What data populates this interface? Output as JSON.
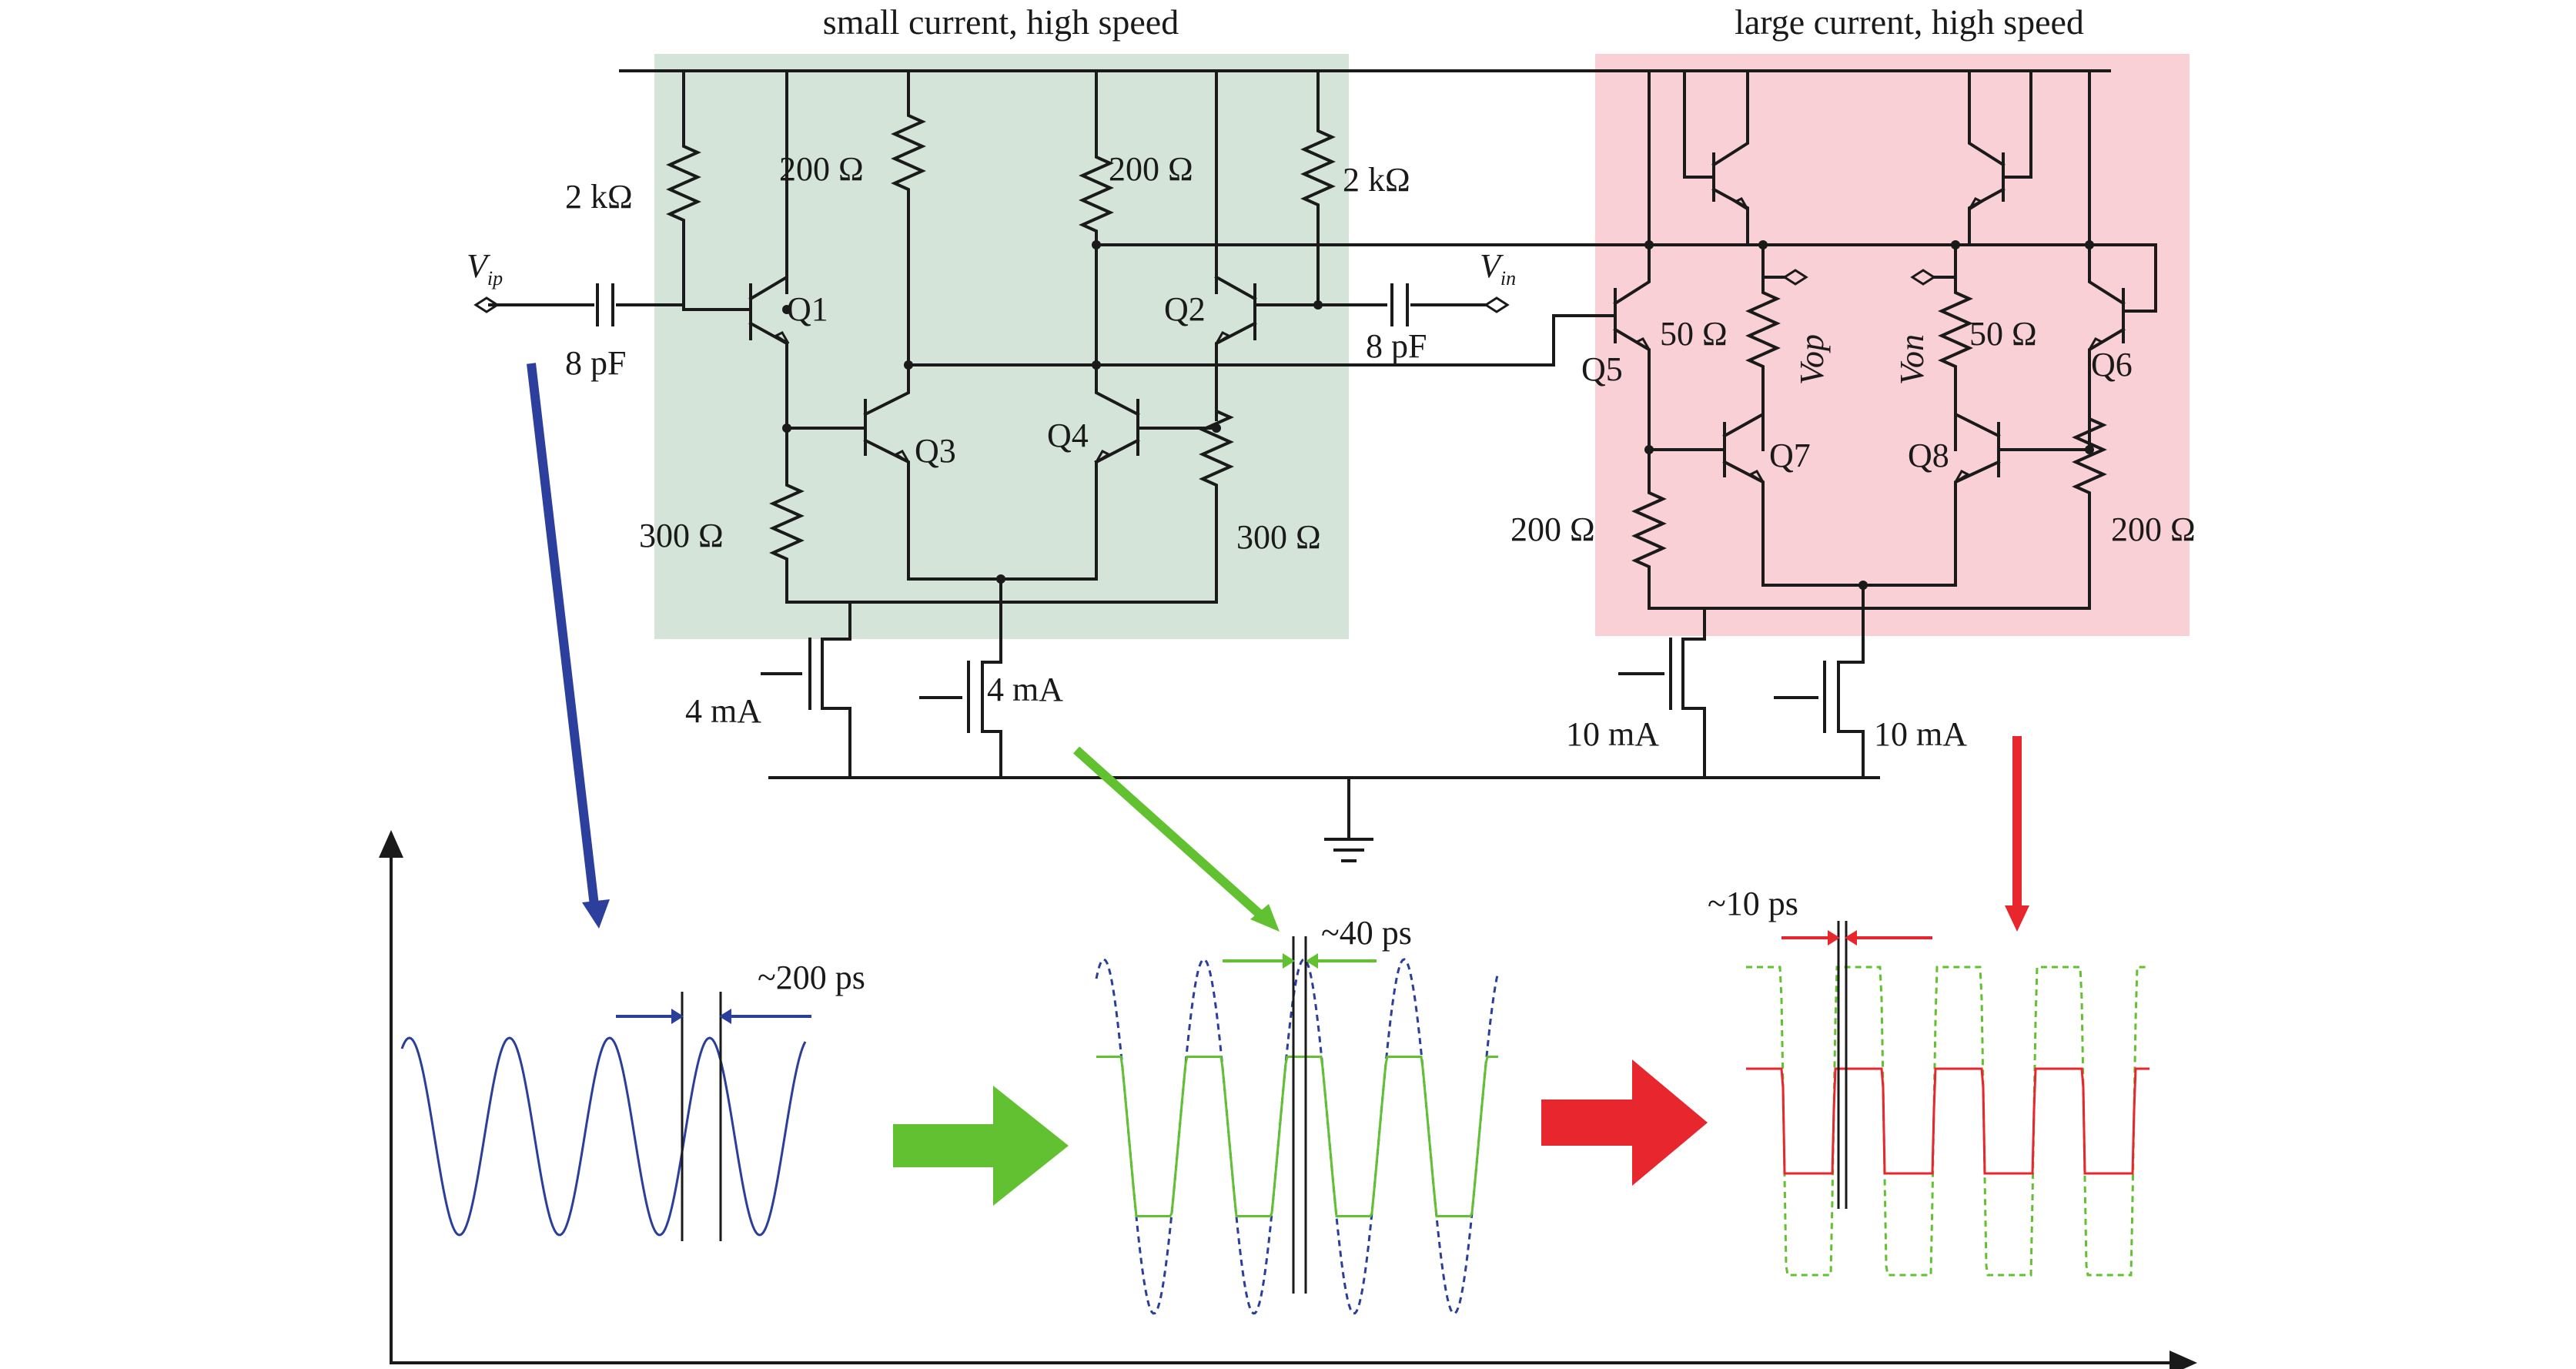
{
  "blocks": {
    "left_title": "small current, high speed",
    "right_title": "large current, high speed",
    "left_fill": "#d4e4d8",
    "right_fill": "#f9d0d5"
  },
  "inputs": {
    "vip_main": "V",
    "vip_sub": "ip",
    "vin_main": "V",
    "vin_sub": "in"
  },
  "outputs": {
    "vop": "Vop",
    "von": "Von"
  },
  "components": {
    "r_left_outer": "2 kΩ",
    "r_left_inner": "200 Ω",
    "r_right_inner": "200 Ω",
    "r_right_outer": "2 kΩ",
    "c_left": "8 pF",
    "c_right": "8 pF",
    "r_emit_left": "300 Ω",
    "r_emit_right": "300 Ω",
    "r_q5": "50 Ω",
    "r_q6": "50 Ω",
    "r_q7_emit": "200 Ω",
    "r_q8_emit": "200 Ω",
    "i_src_1": "4 mA",
    "i_src_2": "4 mA",
    "i_src_3": "10 mA",
    "i_src_4": "10 mA"
  },
  "transistors": {
    "q1": "Q1",
    "q2": "Q2",
    "q3": "Q3",
    "q4": "Q4",
    "q5": "Q5",
    "q6": "Q6",
    "q7": "Q7",
    "q8": "Q8"
  },
  "waveforms": {
    "stage1_delay": "~200 ps",
    "stage2_delay": "~40 ps",
    "stage3_delay": "~10 ps"
  },
  "colors": {
    "sine": "#2a3f9a",
    "green": "#62c130",
    "red": "#e8262e",
    "blue_arrow": "#2c3f9c"
  }
}
